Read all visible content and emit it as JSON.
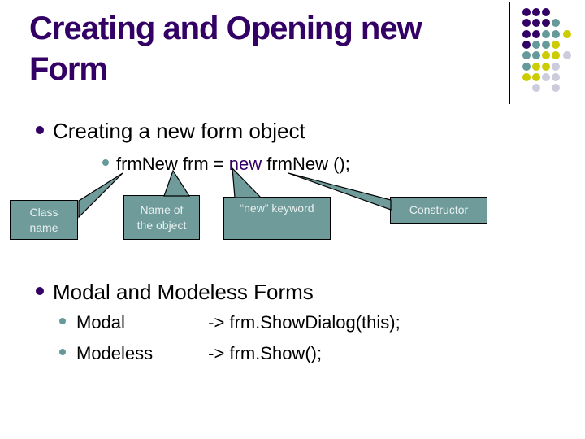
{
  "title": "Creating and Opening new Form",
  "colors": {
    "title_text": "#330066",
    "body_text": "#000000",
    "keyword": "#330066",
    "bullet_level1": "#330066",
    "bullet_level2": "#669999",
    "callout_fill": "#6F9B9B",
    "callout_border": "#000000",
    "callout_text": "#E9F0F0",
    "deco_line": "#000000",
    "dot_purple": "#330066",
    "dot_teal": "#669999",
    "dot_yellow": "#CCCC00",
    "dot_lavender": "#CCCCDD"
  },
  "bullets": {
    "first": {
      "text": "Creating a new form object"
    },
    "code": {
      "pre": "frmNew frm = ",
      "keyword": "new",
      "post": " frmNew ();"
    },
    "second": {
      "text": "Modal and Modeless Forms"
    }
  },
  "modal": {
    "rows": [
      {
        "label": "Modal",
        "code": "-> frm.ShowDialog(this);"
      },
      {
        "label": "Modeless",
        "code": "-> frm.Show();"
      }
    ]
  },
  "callouts": [
    {
      "label": "Class name"
    },
    {
      "label": "Name of the object"
    },
    {
      "label": "“new” keyword"
    },
    {
      "label": "Constructor"
    }
  ],
  "decoration": {
    "dot_rows": [
      [
        "P",
        "P",
        "P",
        "",
        ""
      ],
      [
        "P",
        "P",
        "P",
        "T",
        ""
      ],
      [
        "P",
        "P",
        "T",
        "T",
        "Y"
      ],
      [
        "P",
        "T",
        "T",
        "Y",
        ""
      ],
      [
        "T",
        "T",
        "Y",
        "Y",
        "L"
      ],
      [
        "T",
        "Y",
        "Y",
        "L",
        ""
      ],
      [
        "Y",
        "Y",
        "L",
        "L",
        ""
      ],
      [
        "",
        "L",
        "",
        "L",
        ""
      ]
    ]
  }
}
